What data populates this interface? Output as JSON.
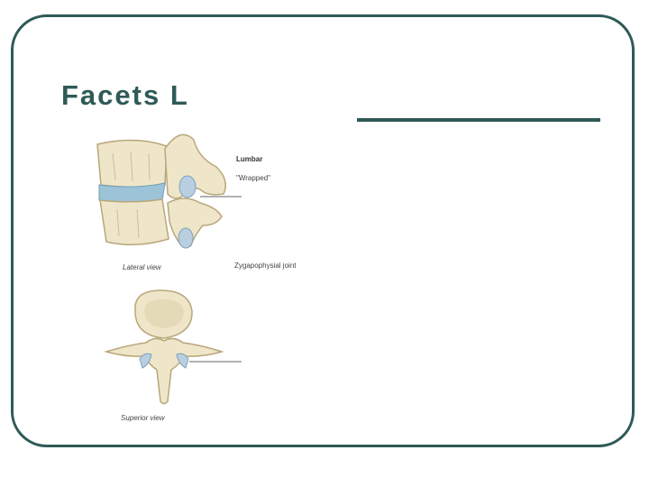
{
  "slide": {
    "title": "Facets L"
  },
  "figure": {
    "labels": {
      "lumbar": "Lumbar",
      "wrapped": "\"Wrapped\"",
      "zygapophysial": "Zygapophysial joint",
      "lateral": "Lateral view",
      "superior": "Superior view"
    }
  },
  "colors": {
    "frame": "#2e5a57",
    "title": "#2e5a57",
    "bone": "#efe6c9",
    "bone_shade": "#c9b98c",
    "disc": "#9cc3d8"
  }
}
